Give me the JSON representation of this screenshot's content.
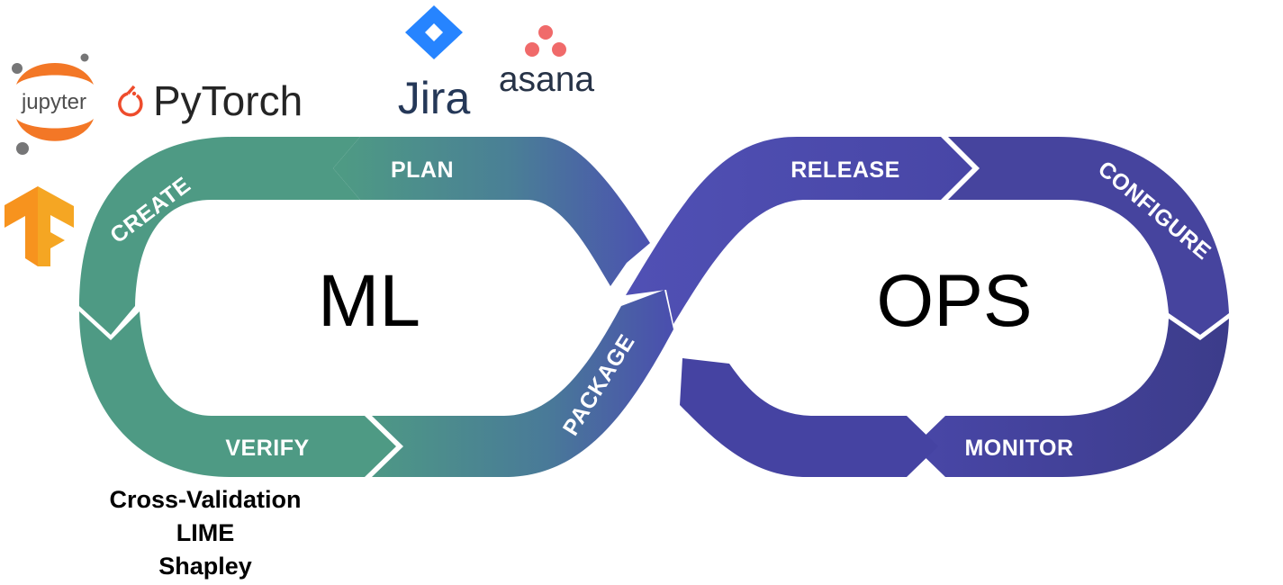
{
  "diagram": {
    "ml_label": "ML",
    "ops_label": "OPS",
    "segments": {
      "plan": "PLAN",
      "create": "CREATE",
      "verify": "VERIFY",
      "package": "PACKAGE",
      "release": "RELEASE",
      "configure": "CONFIGURE",
      "monitor": "MONITOR"
    },
    "colors": {
      "ml_green": "#4E9A84",
      "ml_teal": "#4A7F96",
      "ops_purple": "#4A47A3",
      "ops_dark": "#3C3C8A"
    }
  },
  "logos": {
    "jupyter": {
      "name": "jupyter",
      "icon": "jupyter-logo-icon",
      "color": "#F37726"
    },
    "pytorch": {
      "name": "PyTorch",
      "icon": "pytorch-flame-icon",
      "color": "#EE4C2C"
    },
    "tensorflow": {
      "icon": "tensorflow-logo-icon",
      "color": "#F7931E"
    },
    "jira": {
      "name": "Jira",
      "icon": "jira-diamond-icon",
      "color": "#2684FF"
    },
    "asana": {
      "name": "asana",
      "icon": "asana-dots-icon",
      "color": "#F06A6A"
    }
  },
  "verify_tools": [
    "Cross-Validation",
    "LIME",
    "Shapley"
  ]
}
